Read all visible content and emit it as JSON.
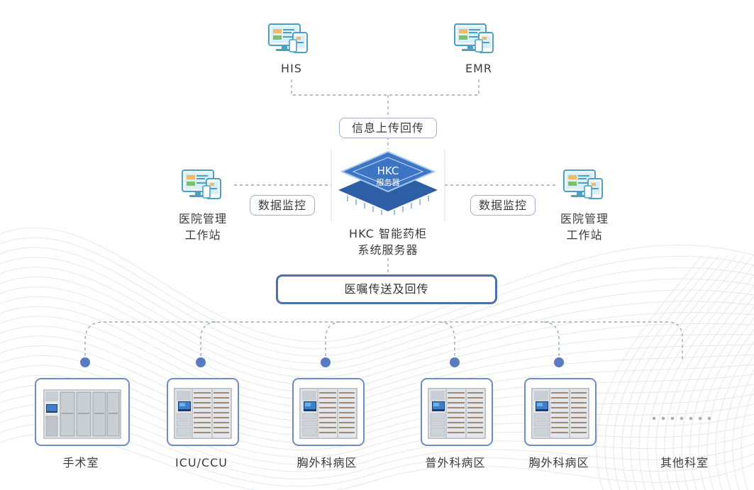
{
  "top_systems": [
    "HIS",
    "EMR"
  ],
  "upload_label": "信息上传回传",
  "server": {
    "chip_line1": "HKC",
    "chip_line2": "服务器",
    "name_line1": "HKC 智能药柜",
    "name_line2": "系统服务器"
  },
  "monitor_label": "数据监控",
  "workstation": {
    "line1": "医院管理",
    "line2": "工作站"
  },
  "order_label": "医嘱传送及回传",
  "departments": [
    "手术室",
    "ICU/CCU",
    "胸外科病区",
    "普外科病区",
    "胸外科病区",
    "其他科室"
  ],
  "colors": {
    "accent": "#4e6fb0",
    "node": "#5a7bc0",
    "line": "#9aa7bb"
  },
  "icons": [
    "monitor-devices-icon",
    "server-chip-icon",
    "medicine-cabinet-icon",
    "ellipsis-dots-icon"
  ]
}
